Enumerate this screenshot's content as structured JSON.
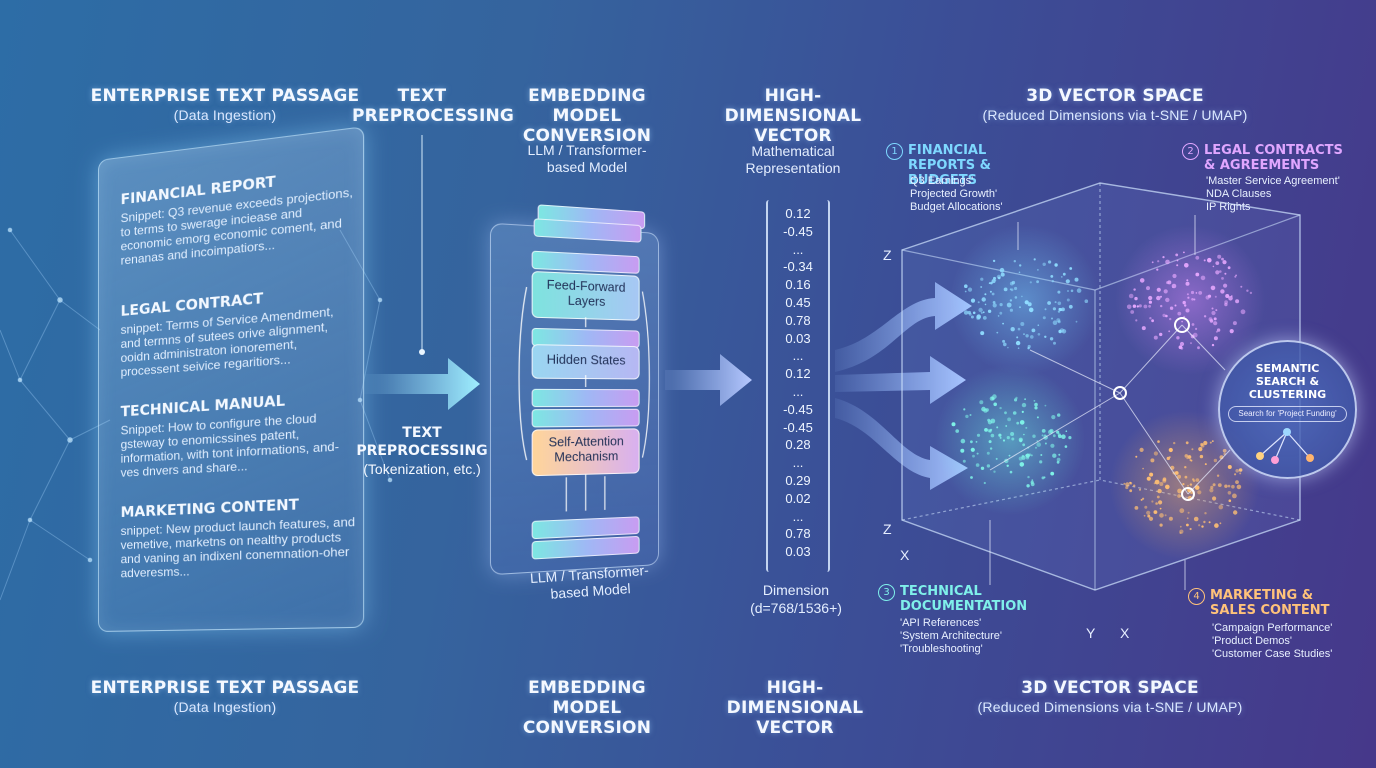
{
  "top_headers": {
    "passage_title": "ENTERPRISE TEXT PASSAGE",
    "passage_sub": "(Data Ingestion)",
    "preprocess_title": "TEXT PREPROCESSING",
    "embedding_title": "EMBEDDING MODEL CONVERSION",
    "vector_title": "HIGH-DIMENSIONAL VECTOR",
    "space_title": "3D VECTOR SPACE",
    "space_sub": "(Reduced Dimensions via t-SNE / UMAP)"
  },
  "bottom_headers": {
    "passage_title": "ENTERPRISE TEXT PASSAGE",
    "passage_sub": "(Data Ingestion)",
    "embedding_title": "EMBEDDING MODEL CONVERSION",
    "vector_title": "HIGH-DIMENSIONAL VECTOR",
    "space_title": "3D VECTOR SPACE",
    "space_sub": "(Reduced Dimensions via t-SNE / UMAP)"
  },
  "documents": [
    {
      "title": "FINANCIAL REPORT",
      "snippet": "Snippet: Q3 revenue exceeds projections, to terms to swerage inciease and economic emorg economic coment, and renanas and incoimpatiors..."
    },
    {
      "title": "LEGAL CONTRACT",
      "snippet": "snippet: Terms of Service Amendment, and termns of sutees orive alignment, ooidn administraton ionorement, processent seivice regaritiors..."
    },
    {
      "title": "TECHNICAL MANUAL",
      "snippet": "Snippet: How to configure the cloud gsteway to enomicssines patent, information, with tont informations, and-ves dnvers and share..."
    },
    {
      "title": "MARKETING CONTENT",
      "snippet": "snippet: New product launch features, and vemetive, marketns on nealthy products and vaning an indixenl conemnation-oher adveresms..."
    }
  ],
  "preprocess": {
    "label": "TEXT PREPROCESSING",
    "note": "(Tokenization, etc.)"
  },
  "model": {
    "caption_top": "LLM / Transformer-based Model",
    "caption_bottom": "LLM / Transformer-based Model",
    "layers": [
      "Feed-Forward Layers",
      "Hidden States",
      "Self-Attention Mechanism"
    ]
  },
  "vector": {
    "caption": "Mathematical Representation",
    "values": [
      "0.12",
      "-0.45",
      "...",
      "-0.34",
      "0.16",
      "0.45",
      "0.78",
      "0.03",
      "...",
      "0.12",
      "...",
      "-0.45",
      "-0.45",
      "0.28",
      "...",
      "0.29",
      "0.02",
      "...",
      "0.78",
      "0.03"
    ],
    "dimension_label": "Dimension",
    "dimension_value": "(d=768/1536+)"
  },
  "clusters": [
    {
      "num": "1",
      "label": "FINANCIAL REPORTS & BUDGETS",
      "items": [
        "Q3 Earnings'",
        "Projected Growth'",
        "Budget Allocations'"
      ],
      "color": "#7ed8ff"
    },
    {
      "num": "2",
      "label": "LEGAL CONTRACTS & AGREEMENTS",
      "items": [
        "'Master Service Agreement'",
        "NDA Clauses",
        "IP Rights"
      ],
      "color": "#e0a6ff"
    },
    {
      "num": "3",
      "label": "TECHNICAL DOCUMENTATION",
      "items": [
        "'API References'",
        "'System Architecture'",
        "'Troubleshooting'"
      ],
      "color": "#7ff0ea"
    },
    {
      "num": "4",
      "label": "MARKETING & SALES CONTENT",
      "items": [
        "'Campaign Performance'",
        "'Product Demos'",
        "'Customer Case Studies'"
      ],
      "color": "#ffc27a"
    }
  ],
  "semantic": {
    "title": "SEMANTIC SEARCH & CLUSTERING",
    "query": "Search for 'Project Funding'"
  },
  "axes": {
    "z_top": "Z",
    "z_bottom": "Z",
    "x_left": "X",
    "y": "Y",
    "x_right": "X"
  }
}
